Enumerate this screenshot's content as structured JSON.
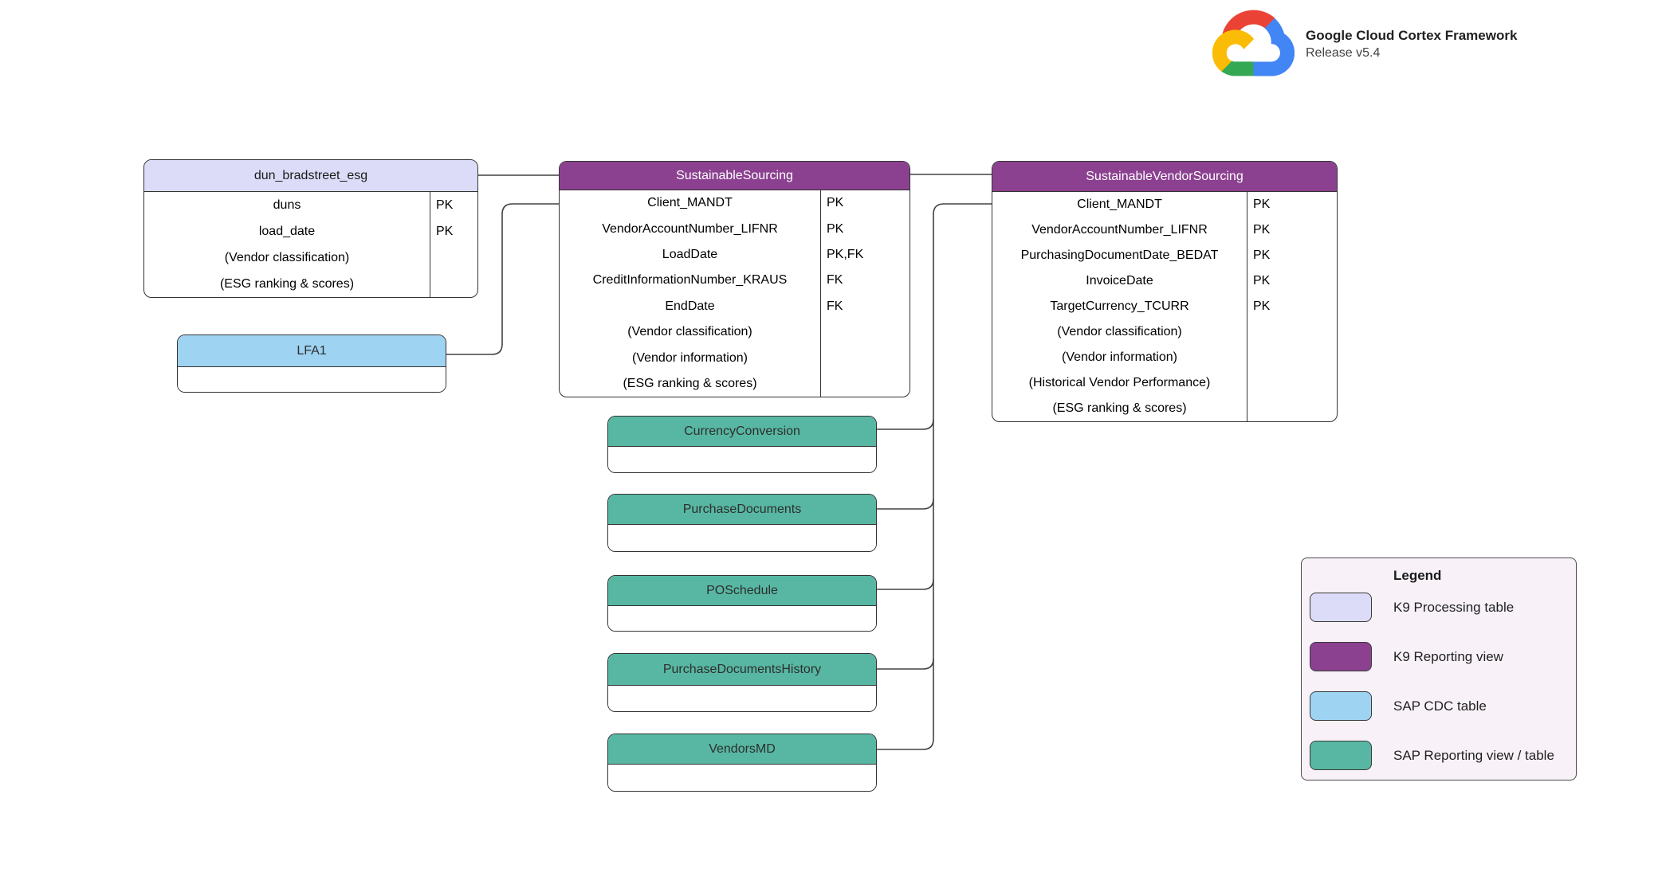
{
  "header": {
    "product": "Google Cloud Cortex Framework",
    "release": "Release v5.4",
    "logo_icon": "google-cloud-logo"
  },
  "colors": {
    "k9_processing": "#dcdcf8",
    "k9_reporting": "#8b4190",
    "sap_cdc": "#9ed3f2",
    "sap_reporting": "#57b7a2",
    "legend_bg": "#f8f2f8",
    "connector": "#424242"
  },
  "entities": [
    {
      "title": "dun_bradstreet_esg",
      "type": "K9 Processing table",
      "rows": [
        {
          "name": "duns",
          "key": "PK"
        },
        {
          "name": "load_date",
          "key": "PK"
        },
        {
          "name": "(Vendor classification)",
          "key": ""
        },
        {
          "name": "(ESG ranking & scores)",
          "key": ""
        }
      ]
    },
    {
      "title": "SustainableSourcing",
      "type": "K9 Reporting view",
      "rows": [
        {
          "name": "Client_MANDT",
          "key": "PK"
        },
        {
          "name": "VendorAccountNumber_LIFNR",
          "key": "PK"
        },
        {
          "name": "LoadDate",
          "key": "PK,FK"
        },
        {
          "name": "CreditInformationNumber_KRAUS",
          "key": "FK"
        },
        {
          "name": "EndDate",
          "key": "FK"
        },
        {
          "name": "(Vendor classification)",
          "key": ""
        },
        {
          "name": "(Vendor information)",
          "key": ""
        },
        {
          "name": "(ESG ranking & scores)",
          "key": ""
        }
      ]
    },
    {
      "title": "SustainableVendorSourcing",
      "type": "K9 Reporting view",
      "rows": [
        {
          "name": "Client_MANDT",
          "key": "PK"
        },
        {
          "name": "VendorAccountNumber_LIFNR",
          "key": "PK"
        },
        {
          "name": "PurchasingDocumentDate_BEDAT",
          "key": "PK"
        },
        {
          "name": "InvoiceDate",
          "key": "PK"
        },
        {
          "name": "TargetCurrency_TCURR",
          "key": "PK"
        },
        {
          "name": "(Vendor classification)",
          "key": ""
        },
        {
          "name": "(Vendor information)",
          "key": ""
        },
        {
          "name": "(Historical Vendor Performance)",
          "key": ""
        },
        {
          "name": "(ESG ranking & scores)",
          "key": ""
        }
      ]
    },
    {
      "title": "LFA1",
      "type": "SAP CDC table",
      "rows": []
    },
    {
      "title": "CurrencyConversion",
      "type": "SAP Reporting view / table",
      "rows": []
    },
    {
      "title": "PurchaseDocuments",
      "type": "SAP Reporting view / table",
      "rows": []
    },
    {
      "title": "POSchedule",
      "type": "SAP Reporting view / table",
      "rows": []
    },
    {
      "title": "PurchaseDocumentsHistory",
      "type": "SAP Reporting view / table",
      "rows": []
    },
    {
      "title": "VendorsMD",
      "type": "SAP Reporting view / table",
      "rows": []
    }
  ],
  "legend": {
    "title": "Legend",
    "items": [
      {
        "label": "K9 Processing table",
        "color_key": "k9_processing"
      },
      {
        "label": "K9 Reporting view",
        "color_key": "k9_reporting"
      },
      {
        "label": "SAP CDC table",
        "color_key": "sap_cdc"
      },
      {
        "label": "SAP Reporting view / table",
        "color_key": "sap_reporting"
      }
    ]
  }
}
